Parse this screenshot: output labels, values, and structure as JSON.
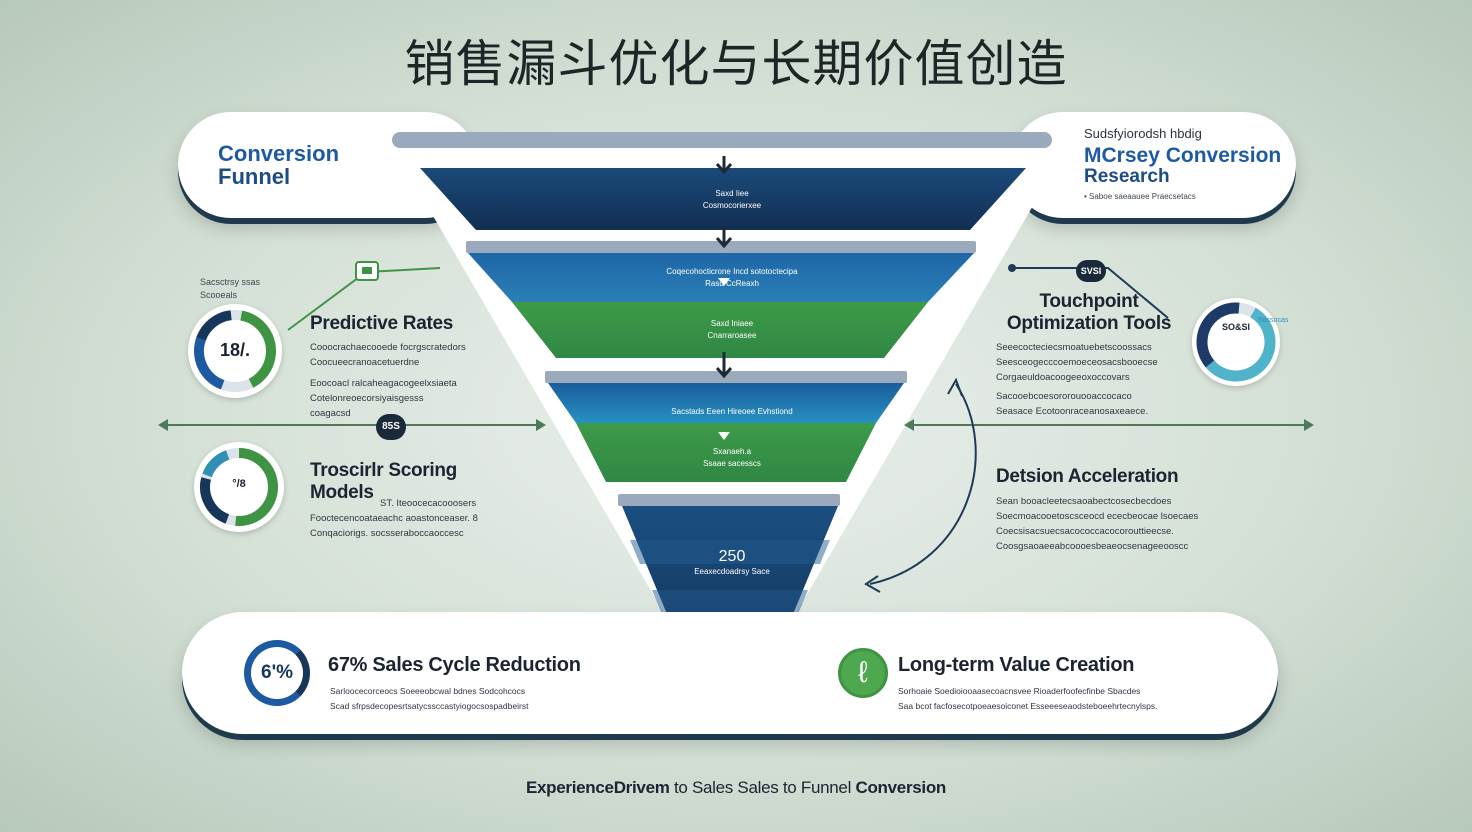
{
  "title": "销售漏斗优化与长期价值创造",
  "top_left": {
    "title_line1": "Conversion",
    "title_line2": "Funnel"
  },
  "top_right": {
    "kicker": "Sudsfyiorodsh hbdig",
    "title_line1": "MCrsey Conversion",
    "title_line2": "Research",
    "caption": "• Saboe saeaauee Praecsetacs"
  },
  "funnel": {
    "stage1": {
      "line1": "Saxd Iiee",
      "line2": "Cosmocorierxee"
    },
    "stage2": {
      "line1": "Coqecohocticrone Incd sototoctecipa",
      "line2": "Rasd CcReaxh"
    },
    "stage3": {
      "line1": "Saxd Iniaee",
      "line2": "Cnarraroasee"
    },
    "stage4": {
      "line1": "Sacstads Eeen Hireoee Evhstiond",
      "line2": ""
    },
    "stage5": {
      "line1": "Sxanaeh.a",
      "line2": "Ssaae sacesscs"
    },
    "stage6": {
      "value": "250",
      "line1": "Eeaxecdoadrsy Sace"
    },
    "base_label": "≑"
  },
  "left_top": {
    "kicker_line1": "Sacsctrsy ssas",
    "kicker_line2": "Scooeals",
    "donut_value": "18/.",
    "heading": "Predictive Rates",
    "body_line1": "Cooocrachaecooede focrgscratedors",
    "body_line2": "Coocueecranoacetuerdne",
    "body_line3": "Eoocoacl ralcaheagacogeelxsiaeta",
    "body_line4": "Cotelonreoecorsiyaisgesss",
    "body_line5": "coagacsd"
  },
  "center_badge": "85S",
  "left_bottom": {
    "donut_value": "°/8",
    "heading_line1": "Troscirlr Scoring",
    "heading_line2": "Models",
    "body_line1": "ST. Iteoocecacooosers",
    "body_line2": "Fooctecencoataeachc aoastonceaser. 8",
    "body_line3": "Conqaciorigs. socsseraboccaoccesc"
  },
  "right_top": {
    "badge": "SVSI",
    "heading_line1": "Touchpoint",
    "heading_line2": "Optimization Tools",
    "donut_label": "SO&SI",
    "donut_legend": "Sossocas",
    "body_line1": "Seeecocteciecsmoatuebetscoossacs",
    "body_line2": "Seesceogecccoemoeceosacsbooecse",
    "body_line3": "Corgaeuldoacoogeeoxoccovars",
    "body_line4": "Sacooebcoesororouooaccocaco",
    "body_line5": "Seasace Ecotoonraceanosaxeaece."
  },
  "right_mid": {
    "heading": "Detsion Acceleration",
    "body_line1": "Sean booacleetecsaoabectcosecbecdoes",
    "body_line2": "Soecmoacooetoscsceocd ececbeocae lsoecaes",
    "body_line3": "Coecsisacsuecsacococcacocorouttieecse.",
    "body_line4": "Coosgsaoaeeabcoooesbeaeocsenageeooscc"
  },
  "bottom_left": {
    "badge": "6'%",
    "heading": "67% Sales Cycle Reduction",
    "body_line1": "Sarloocecorceocs Soeeeobcwal bdnes Sodcohcocs",
    "body_line2": "Scad sfrpsdecopesrtsatycssccastyiogocsospadbeirst"
  },
  "bottom_right": {
    "badge_icon": "ℓ",
    "heading": "Long-term Value Creation",
    "body_line1": "Sorhoaie Soedioiooaasecoacnsvee Rioaderfoofecfinbe Sbacdes",
    "body_line2": "Saa bcot facfosecotpoeaesoiconet Esseeeseaodsteboeehrtecnylsps."
  },
  "footer": {
    "part1": "ExperienceDrivem",
    "part2": " to Sales Sales to Funnel ",
    "part3": "Conversion"
  },
  "colors": {
    "navy": "#16375a",
    "blue": "#1e5aa0",
    "teal": "#2f8fb5",
    "green": "#3f9443",
    "sage": "#d4e0d6"
  }
}
